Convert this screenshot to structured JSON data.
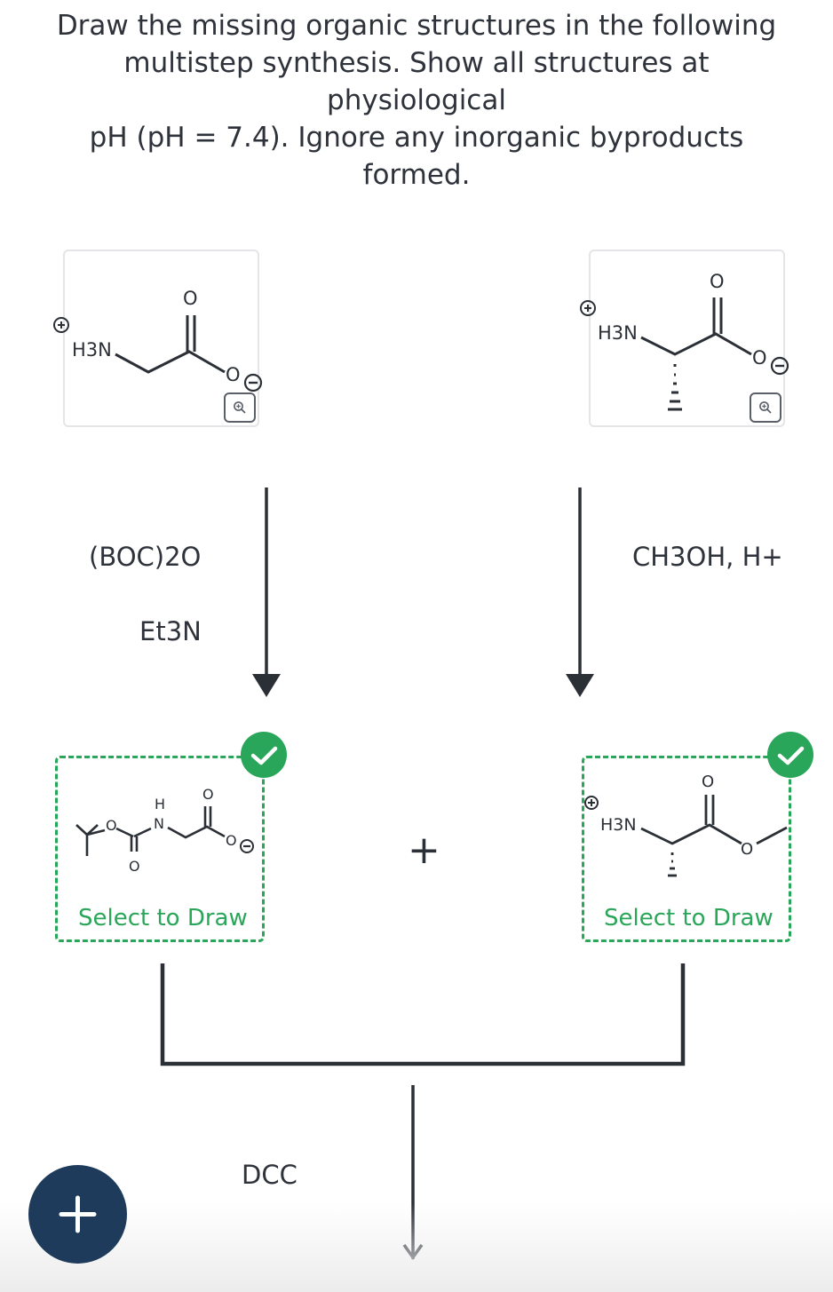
{
  "question": {
    "line1": "Draw the missing organic structures in the following",
    "line2": "multistep synthesis. Show all structures at physiological",
    "line3": "pH (pH = 7.4). Ignore any inorganic byproducts formed."
  },
  "left_start": {
    "n_label": "H3N",
    "o_top": "O",
    "o_minus": "O"
  },
  "right_start": {
    "n_label": "H3N",
    "o_top": "O",
    "o_minus": "O"
  },
  "left_reagents": {
    "reagent1": "(BOC)2O",
    "reagent2": "Et3N"
  },
  "right_reagents": {
    "reagent1": "CH3OH, H+"
  },
  "left_answer": {
    "atom_h": "H",
    "atom_n": "N",
    "atom_o_top": "O",
    "atom_o_ester": "O",
    "atom_o_carbonyl": "O",
    "atom_o_minus": "O",
    "select_label": "Select to Draw"
  },
  "right_answer": {
    "n_label": "H3N",
    "atom_o_top": "O",
    "atom_o_ester": "O",
    "select_label": "Select to Draw"
  },
  "plus_sign": "+",
  "bottom_reagent": "DCC",
  "icons": [
    "zoom-in-icon",
    "check-icon",
    "plus-icon",
    "positive-charge-icon",
    "negative-charge-icon"
  ],
  "colors": {
    "accent_green": "#2aa65a",
    "fab_navy": "#1f3b5c",
    "text": "#2e323a"
  }
}
